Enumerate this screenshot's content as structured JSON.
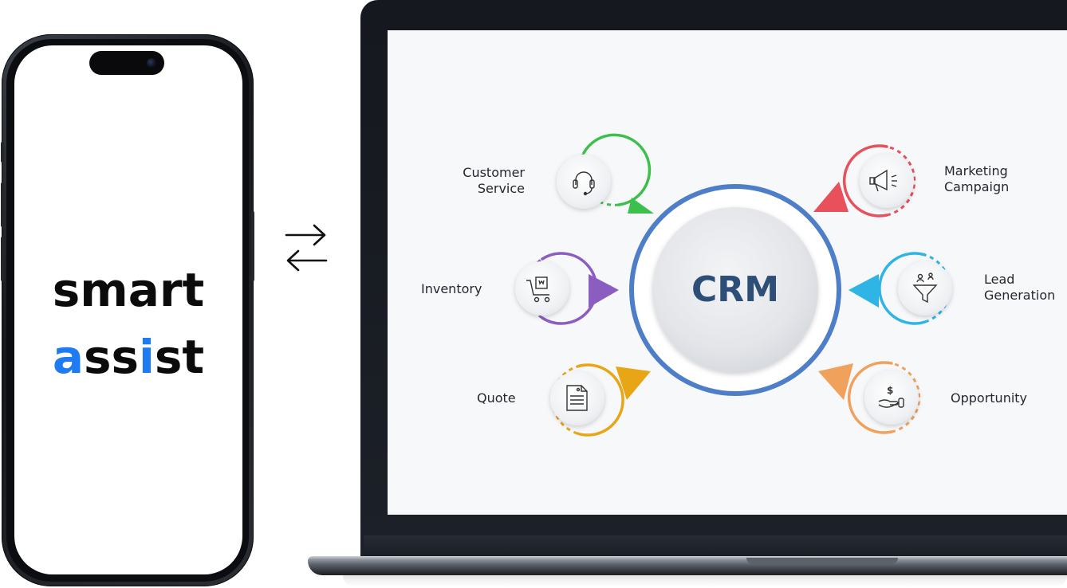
{
  "brand": {
    "line1": "smart",
    "line2_parts": [
      "a",
      "ss",
      "i",
      "st"
    ],
    "accent_color": "#1e7cf2",
    "text_color": "#0b0b0b"
  },
  "sync_icon": "bidirectional-arrows-icon",
  "crm": {
    "center_label": "CRM",
    "center_ring_color": "#4f7ec9",
    "nodes": [
      {
        "id": "customer-service",
        "lines": [
          "Customer",
          "Service"
        ],
        "icon": "headset-icon",
        "color": "#3dbf4e"
      },
      {
        "id": "inventory",
        "lines": [
          "Inventory"
        ],
        "icon": "cart-icon",
        "color": "#8c5dc0"
      },
      {
        "id": "quote",
        "lines": [
          "Quote"
        ],
        "icon": "document-icon",
        "color": "#e8a516"
      },
      {
        "id": "marketing-campaign",
        "lines": [
          "Marketing",
          "Campaign"
        ],
        "icon": "megaphone-icon",
        "color": "#e8505b"
      },
      {
        "id": "lead-generation",
        "lines": [
          "Lead",
          "Generation"
        ],
        "icon": "funnel-icon",
        "color": "#2fb4e6"
      },
      {
        "id": "opportunity",
        "lines": [
          "Opportunity"
        ],
        "icon": "money-hand-icon",
        "color": "#f0a25c"
      }
    ]
  }
}
